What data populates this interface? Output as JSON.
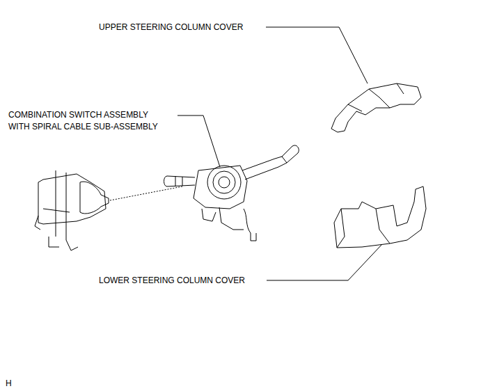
{
  "diagram": {
    "labels": [
      "UPPER STEERING COLUMN COVER",
      "COMBINATION SWITCH ASSEMBLY WITH SPIRAL CABLE SUB-ASSEMBLY",
      "LOWER STEERING COLUMN COVER",
      "H"
    ]
  }
}
